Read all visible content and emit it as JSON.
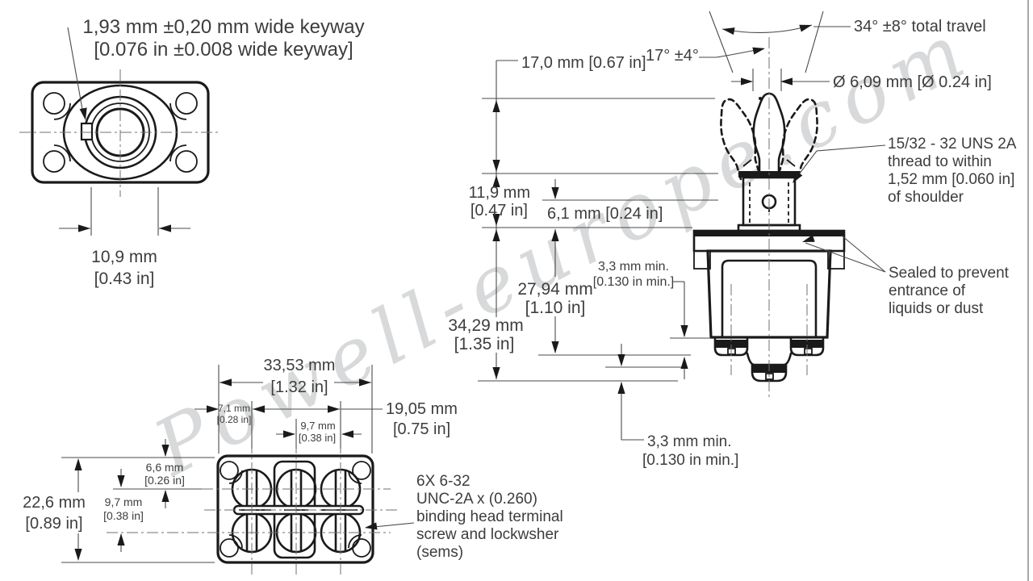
{
  "colors": {
    "line": "#1a1a1a",
    "dim_line": "#4a4a4a",
    "text": "#3d3d3d",
    "watermark": "#d7d9da"
  },
  "watermark": {
    "text": "Powell-europe.com"
  },
  "front_view": {
    "keyway_note": [
      "1,93 mm ±0,20 mm wide keyway",
      "[0.076 in ±0.008 wide keyway]"
    ],
    "keyway_width_dim": [
      "10,9 mm",
      "[0.43 in]"
    ]
  },
  "bottom_view": {
    "overall_width_dim": [
      "33,53 mm",
      "[1.32 in]"
    ],
    "edge_offset_dim": [
      "7,1 mm",
      "[0.28 in]"
    ],
    "outer_terminal_span_dim": [
      "19,05 mm",
      "[0.75 in]"
    ],
    "terminal_pitch_dim": [
      "9,7 mm",
      "[0.38 in]"
    ],
    "row_offset_dim": [
      "6,6 mm",
      "[0.26 in]"
    ],
    "row_pitch_dim": [
      "9,7 mm",
      "[0.38 in]"
    ],
    "overall_height_dim": [
      "22,6 mm",
      "[0.89 in]"
    ],
    "terminal_note": [
      "6X 6-32",
      "UNC-2A x (0.260)",
      "binding head terminal",
      "screw and lockwsher",
      "(sems)"
    ]
  },
  "side_view": {
    "total_travel_dim": "34° ±8° total travel",
    "half_travel_dim": "17° ±4°",
    "lever_dia_dim": "Ø 6,09 mm [Ø 0.24 in]",
    "lever_height_dim": "17,0 mm [0.67 in]",
    "bushing_height_dim": [
      "11,9 mm",
      "[0.47 in]"
    ],
    "thread_depth_dim": "6,1 mm [0.24 in]",
    "body_height_dim": [
      "27,94 mm",
      "[1.10 in]"
    ],
    "overall_height_dim": [
      "34,29 mm",
      "[1.35 in]"
    ],
    "terminal_min_side_dim": [
      "3,3 mm min.",
      "[0.130 in min.]"
    ],
    "terminal_min_bottom_dim": [
      "3,3 mm min.",
      "[0.130 in min.]"
    ],
    "thread_note": [
      "15/32 - 32 UNS 2A",
      "thread to within",
      "1,52 mm [0.060 in]",
      "of shoulder"
    ],
    "seal_note": [
      "Sealed to prevent",
      "entrance of",
      "liquids or dust"
    ]
  }
}
